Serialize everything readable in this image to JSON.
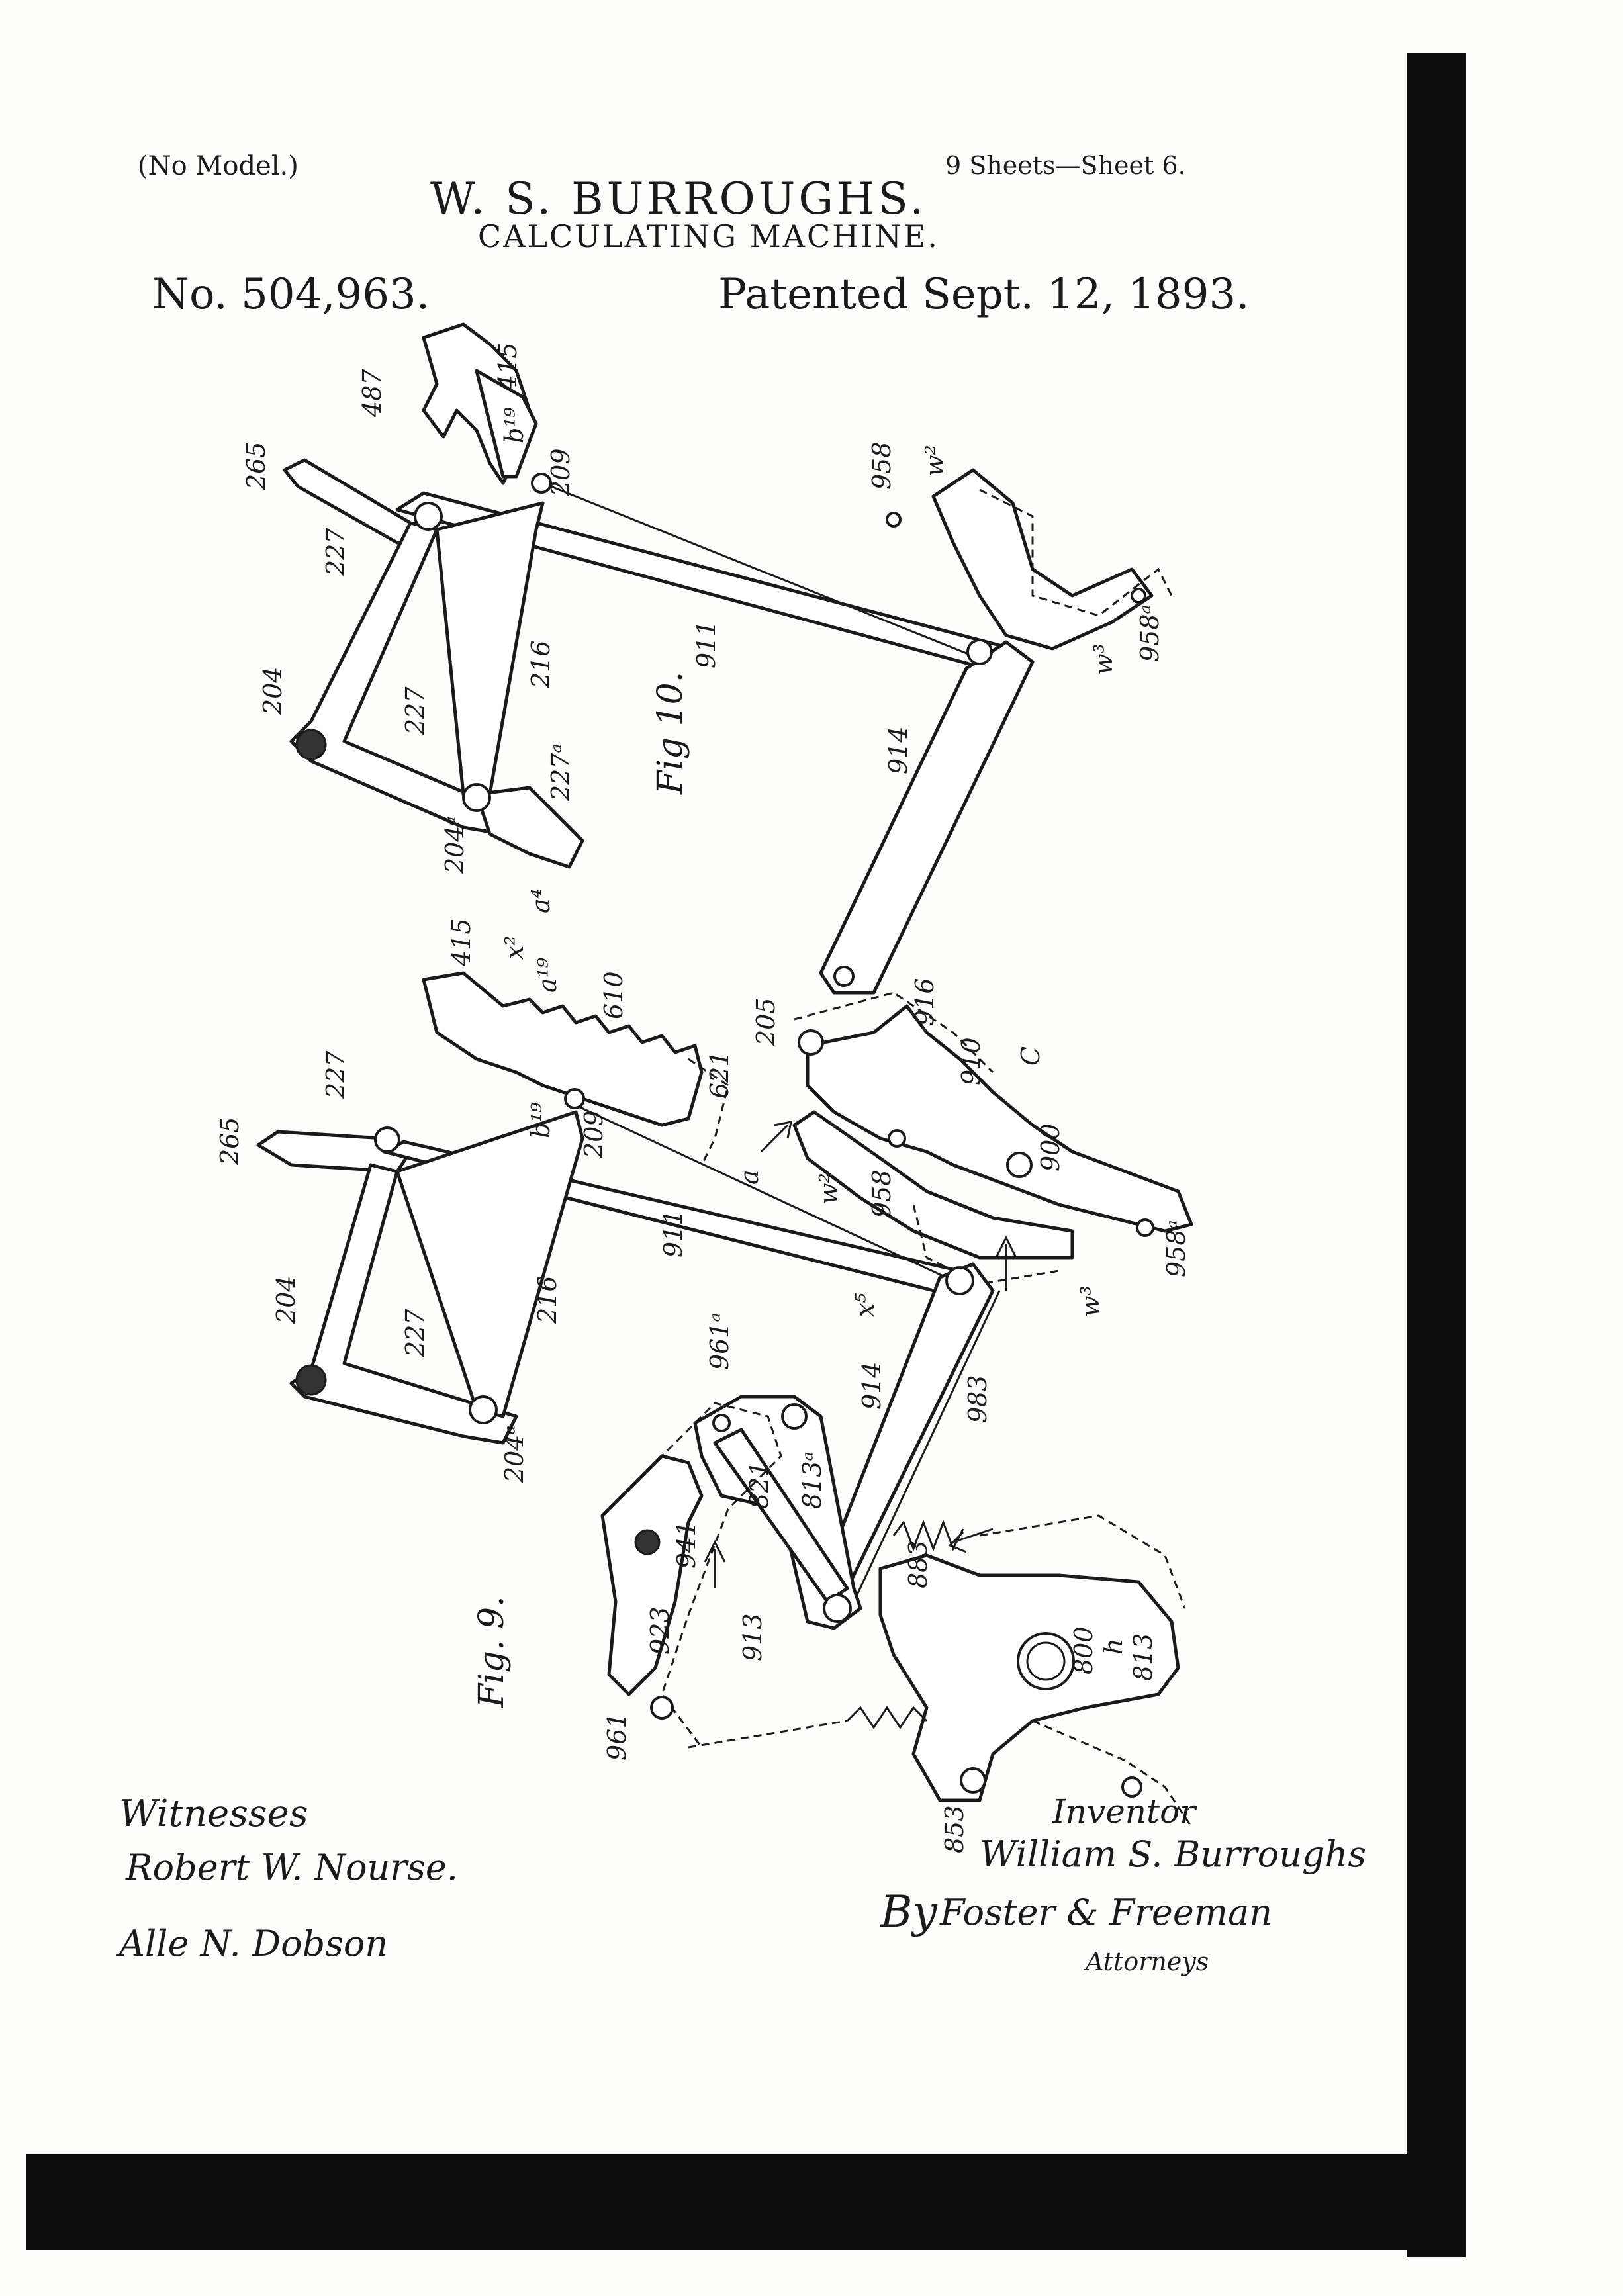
{
  "header": {
    "model": "(No Model.)",
    "sheets": "9 Sheets—Sheet 6.",
    "inventor_name": "W. S. BURROUGHS.",
    "title": "CALCULATING MACHINE.",
    "patent_number": "No. 504,963.",
    "patent_date": "Patented Sept. 12, 1893."
  },
  "figures": {
    "fig10": {
      "label": "Fig 10.",
      "refs": {
        "r487": "487",
        "r415": "415",
        "rb19": "b¹⁹",
        "r209": "209",
        "r265": "265",
        "r227a": "227",
        "r227b": "227",
        "r204": "204",
        "r216": "216",
        "r227a_lbl": "227ᵃ",
        "r204a": "204ᵃ",
        "ra4": "a⁴",
        "r911": "911",
        "r914": "914",
        "r958": "958",
        "rw2": "w²",
        "rw3": "w³",
        "r958a": "958ᵃ"
      }
    },
    "fig9": {
      "label": "Fig. 9.",
      "refs": {
        "r415": "415",
        "rx2": "x²",
        "ra19": "a¹⁹",
        "r610": "610",
        "r621": "621",
        "rb19": "b¹⁹",
        "r209": "209",
        "r227": "227",
        "r265": "265",
        "r204": "204",
        "r227b": "227",
        "r216": "216",
        "r204a": "204ᵃ",
        "r911": "911",
        "r205": "205",
        "r916": "916",
        "r910": "910",
        "rC": "C",
        "ra": "a",
        "r900": "900",
        "rw2": "w²",
        "r958": "958",
        "rw3": "w³",
        "r958a": "958ᵃ",
        "rx5": "x⁵",
        "r961a": "961ᵃ",
        "r914": "914",
        "r983": "983",
        "r821": "821",
        "r813a": "813ᵃ",
        "r941": "941",
        "r923": "923",
        "r913": "913",
        "r883": "883",
        "r800": "800",
        "rh": "h",
        "r813": "813",
        "r961": "961",
        "r853": "853"
      }
    }
  },
  "signatures": {
    "witnesses_label": "Witnesses",
    "witness_1": "Robert W. Nourse.",
    "witness_2": "Alle N. Dobson",
    "inventor_label": "Inventor",
    "inventor_signature": "William S. Burroughs",
    "by_label": "By",
    "attorney_signature": "Foster & Freeman",
    "attorneys_label": "Attorneys"
  }
}
